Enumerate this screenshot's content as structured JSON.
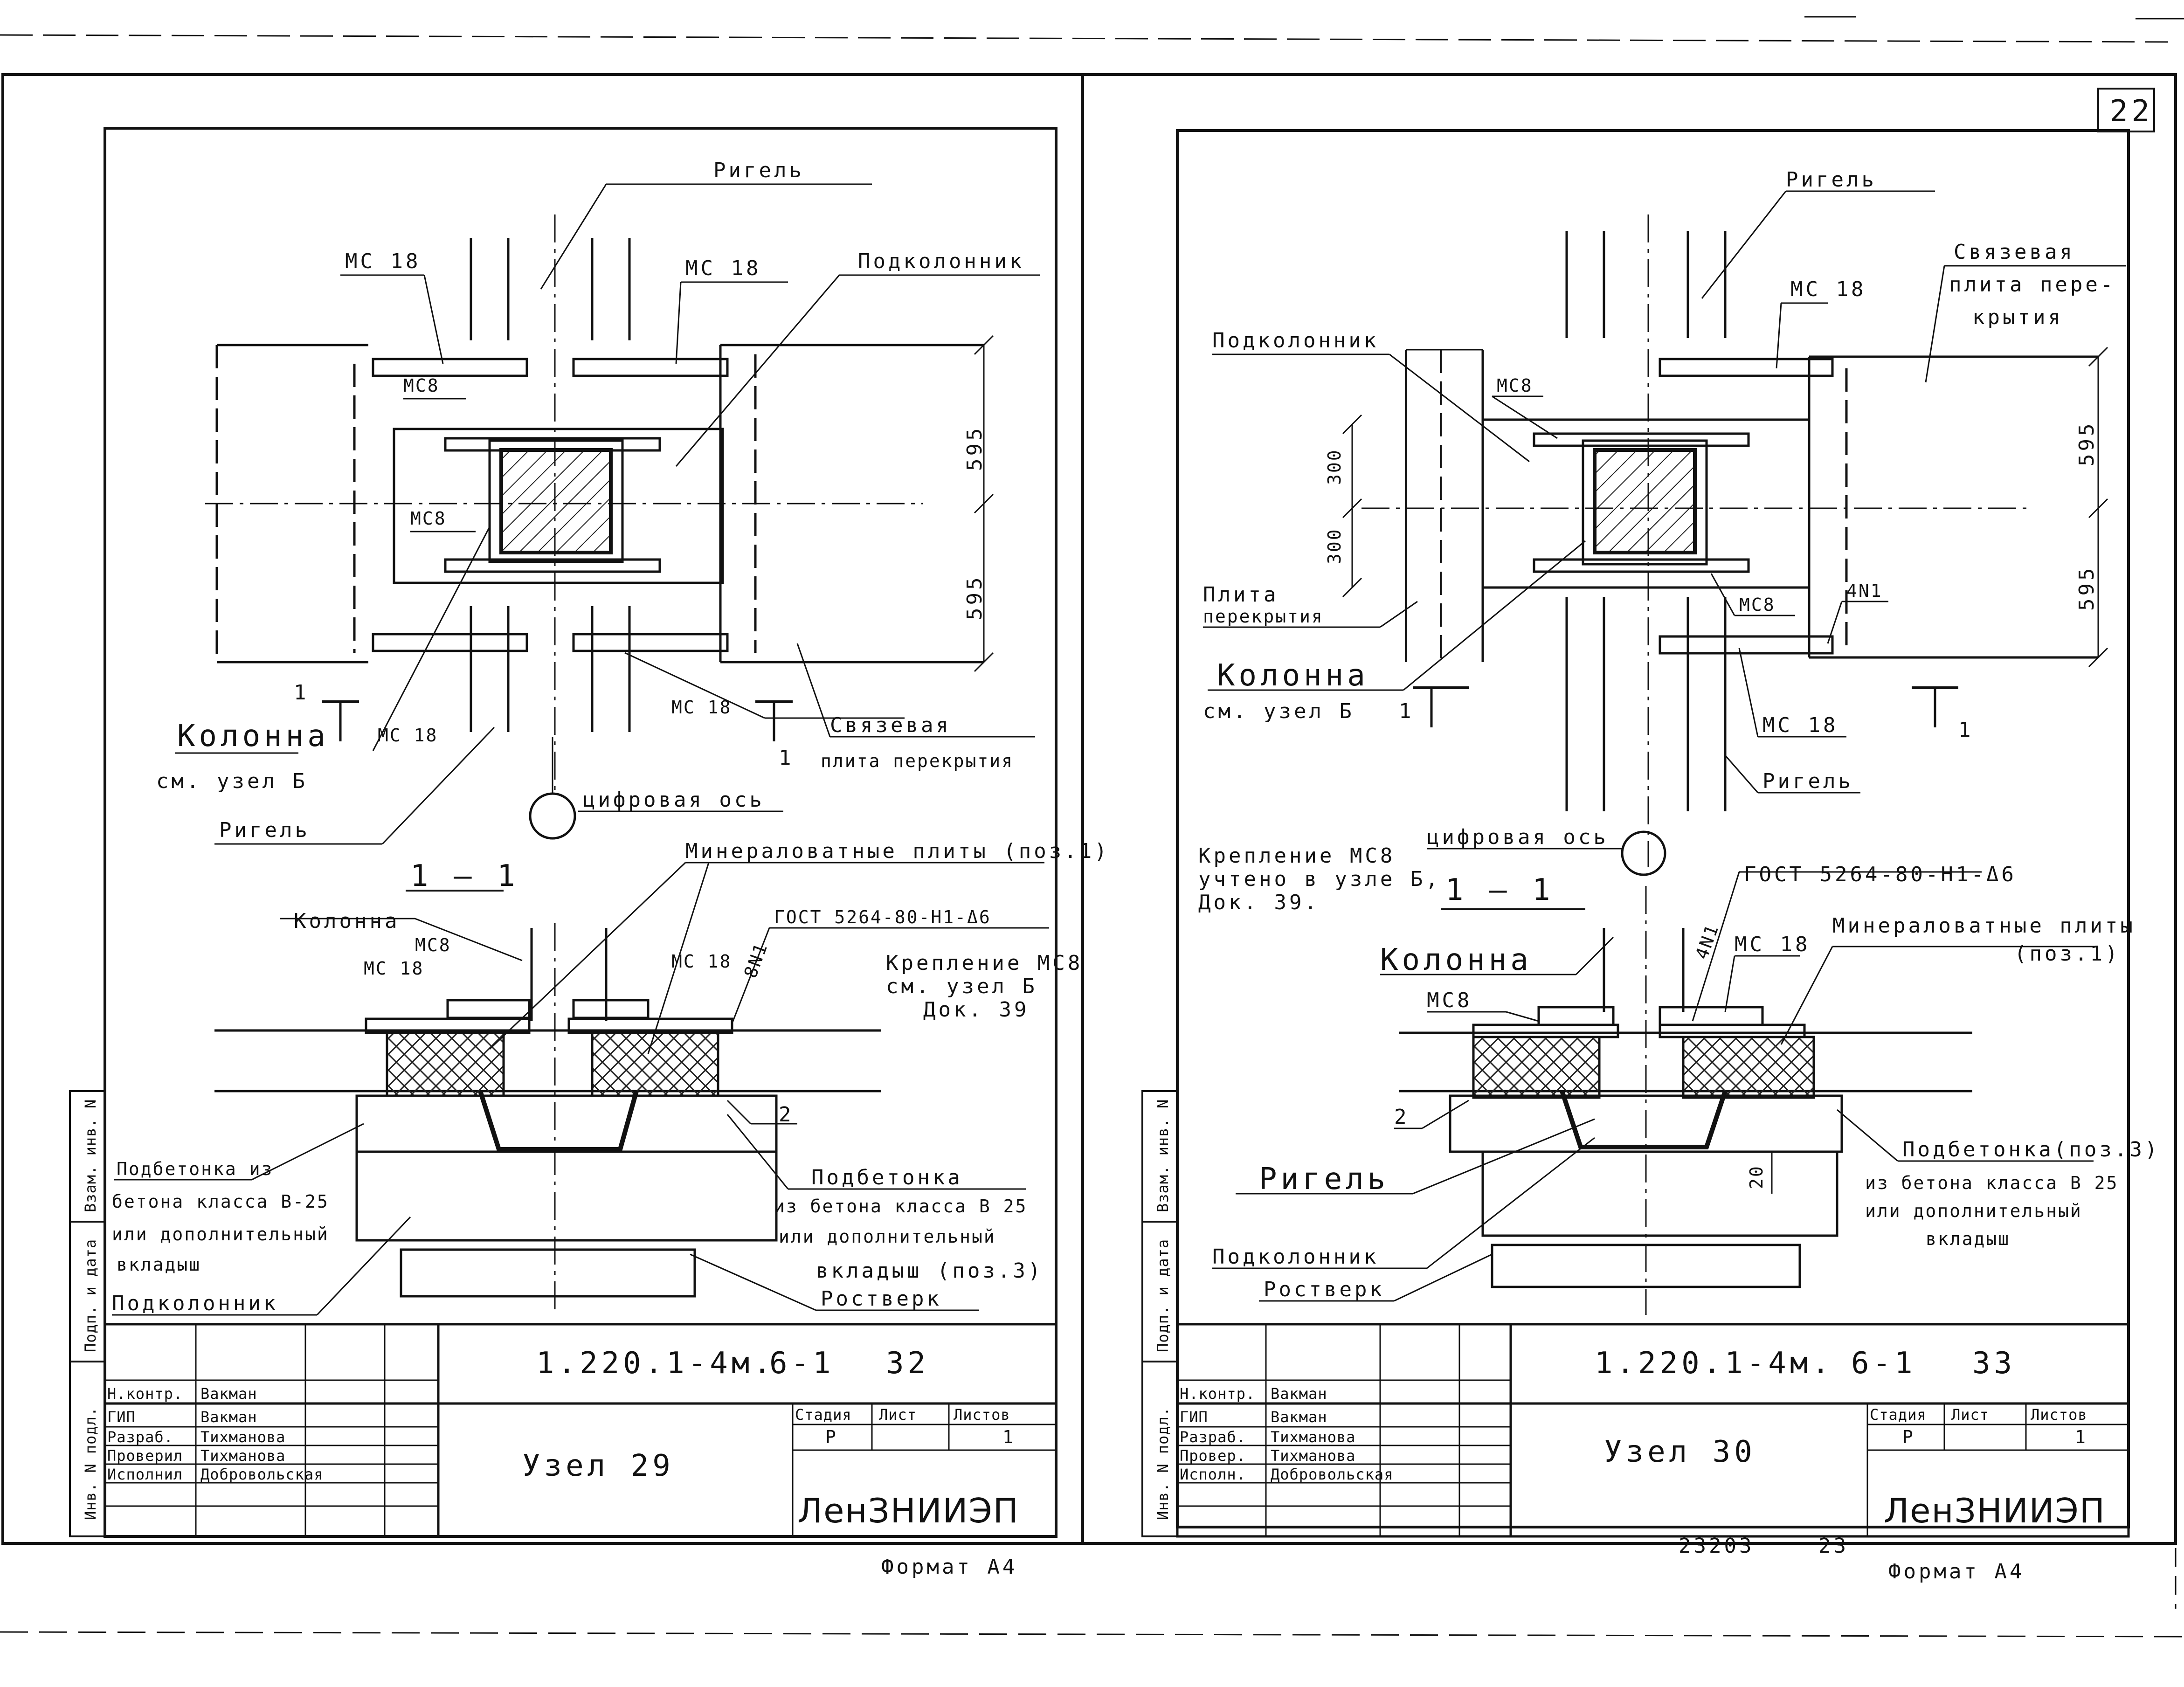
{
  "page_number": "22",
  "stamp_number": "23203",
  "stamp_page": "23",
  "side_column": [
    "Инв. N подл.",
    "Подп. и дата",
    "Взам. инв. N"
  ],
  "left": {
    "labels": {
      "rigel_top": "Ригель",
      "ms18_a": "МС 18",
      "ms18_b": "МС 18",
      "ms18_c": "МС 18",
      "ms18_d": "МС 18",
      "podkol": "Подколонник",
      "ms8_a": "МС8",
      "ms8_b": "МС8",
      "dim_top": "595",
      "dim_bot": "595",
      "kolonna": "Колонна",
      "see_b": "см. узел Б",
      "svyaz_1": "Связевая",
      "svyaz_2": "плита перекрытия",
      "axis": "цифровая ось",
      "rigel_bot": "Ригель",
      "sec_mark_a": "1",
      "sec_mark_b": "1",
      "section": "1 — 1",
      "mineral": "Минераловатные плиты (поз.1)",
      "kolonna2": "Колонна",
      "ms8_c": "МС8",
      "ms18_e": "МС 18",
      "ms18_f": "МС 18",
      "n1": "8N1",
      "gost": "ГОСТ 5264-80-Н1-Δ6",
      "krep_1": "Крепление МС8",
      "krep_2": "см. узел Б",
      "krep_3": "Док. 39",
      "two": "2",
      "podbet_l1": "Подбетонка из",
      "podbet_l2": "бетона класса В-25",
      "podbet_l3": "или дополнительный",
      "podbet_l4": "вкладыш",
      "podbet_r1": "Подбетонка",
      "podbet_r2": "из бетона класса В 25",
      "podbet_r3": "или дополнительный",
      "podbet_r4": "вкладыш (поз.3)",
      "rostverk": "Ростверк",
      "podkol2": "Подколонник"
    },
    "title": {
      "code": "1.220.1-4м.",
      "issue": "6-1",
      "num": "32",
      "name": "Узел 29",
      "stage_h": "Стадия",
      "sheet_h": "Лист",
      "sheets_h": "Листов",
      "stage": "Р",
      "sheets": "1",
      "org": "ЛенЗНИИЭП",
      "format": "Формат А4",
      "rows": [
        {
          "role": "Н.контр.",
          "name": "Вакман"
        },
        {
          "role": "ГИП",
          "name": "Вакман"
        },
        {
          "role": "Разраб.",
          "name": "Тихманова"
        },
        {
          "role": "Проверил",
          "name": "Тихманова"
        },
        {
          "role": "Исполнил",
          "name": "Добровольская"
        }
      ]
    }
  },
  "right": {
    "labels": {
      "rigel_top": "Ригель",
      "svyaz_1": "Связевая",
      "svyaz_2": "плита пере-",
      "svyaz_3": "крытия",
      "ms18_a": "МС 18",
      "podkol": "Подколонник",
      "ms8_a": "МС8",
      "dim_300a": "300",
      "dim_300b": "300",
      "dim_595a": "595",
      "dim_595b": "595",
      "plita_1": "Плита",
      "plita_2": "перекрытия",
      "ms8_b": "МС8",
      "n1": "4N1",
      "kolonna": "Колонна",
      "see_b": "см. узел Б",
      "ms18_b": "МС 18",
      "rigel_bot": "Ригель",
      "sec_mark_a": "1",
      "sec_mark_b": "1",
      "krep_1": "Крепление МС8",
      "krep_2": "учтено в узле Б,",
      "krep_3": "Док. 39.",
      "axis": "цифровая ось",
      "section": "1 — 1",
      "gost": "ГОСТ 5264-80-Н1-Δ6",
      "n1b": "4N1",
      "ms18_c": "МС 18",
      "mineral_1": "Минераловатные плиты",
      "mineral_2": "(поз.1)",
      "kolonna2": "Колонна",
      "ms8_c": "МС8",
      "two": "2",
      "dim_20": "20",
      "rigel2": "Ригель",
      "podbet_1": "Подбетонка(поз.3)",
      "podbet_2": "из бетона класса В 25",
      "podbet_3": "или дополнительный",
      "podbet_4": "вкладыш",
      "podkol2": "Подколонник",
      "rostverk": "Ростверк"
    },
    "title": {
      "code": "1.220.1-4м.",
      "issue": "6-1",
      "num": "33",
      "name": "Узел 30",
      "stage_h": "Стадия",
      "sheet_h": "Лист",
      "sheets_h": "Листов",
      "stage": "Р",
      "sheets": "1",
      "org": "ЛенЗНИИЭП",
      "format": "Формат А4",
      "rows": [
        {
          "role": "Н.контр.",
          "name": "Вакман"
        },
        {
          "role": "ГИП",
          "name": "Вакман"
        },
        {
          "role": "Разраб.",
          "name": "Тихманова"
        },
        {
          "role": "Провер.",
          "name": "Тихманова"
        },
        {
          "role": "Исполн.",
          "name": "Добровольская"
        }
      ]
    }
  }
}
